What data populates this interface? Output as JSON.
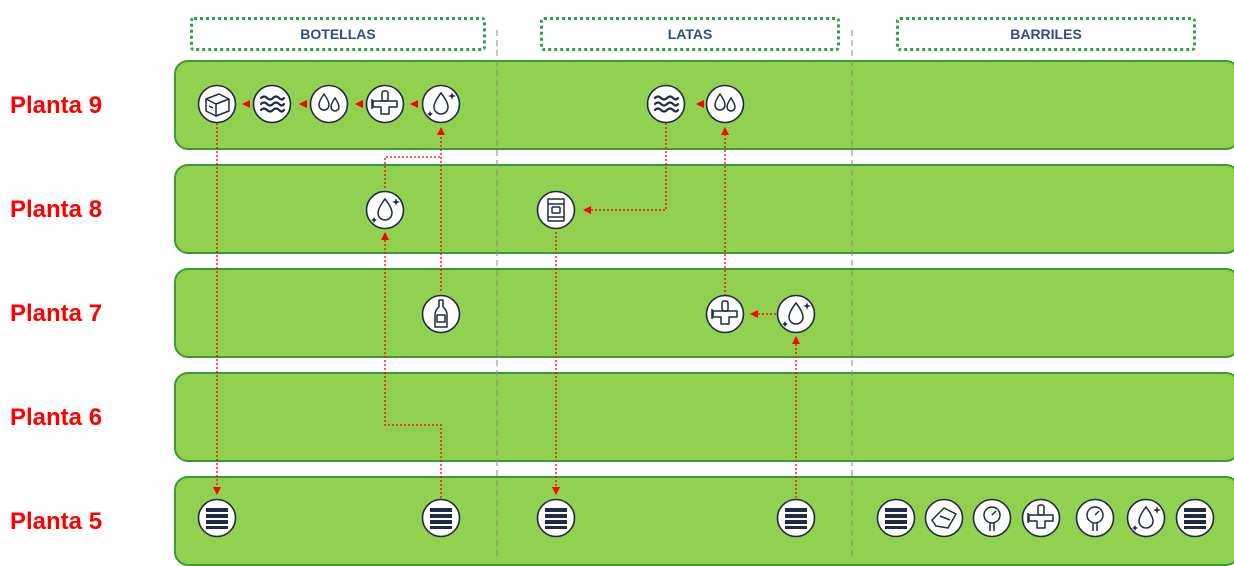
{
  "columns": {
    "botellas": "BOTELLAS",
    "latas": "LATAS",
    "barriles": "BARRILES"
  },
  "floors": {
    "planta9": "Planta 9",
    "planta8": "Planta 8",
    "planta7": "Planta 7",
    "planta6": "Planta 6",
    "planta5": "Planta 5"
  },
  "colors": {
    "band_fill": "#92d050",
    "band_border": "#3a9a3a",
    "floor_label": "#ff0000",
    "header_text": "#2c4f8c",
    "arrow": "#ff0000"
  },
  "icons": {
    "botellas_planta9": [
      "box-icon",
      "wave-icon",
      "droplets-icon",
      "tap-icon",
      "sparkle-drop-icon"
    ],
    "latas_planta9": [
      "wave-icon",
      "droplets-icon"
    ],
    "botellas_planta8": [
      "sparkle-drop-icon"
    ],
    "latas_planta8": [
      "can-icon"
    ],
    "botellas_planta7": [
      "bottle-icon"
    ],
    "latas_planta7": [
      "tap-icon",
      "sparkle-drop-icon"
    ],
    "planta5": [
      "pallet-icon",
      "pallet-icon",
      "pallet-icon",
      "pallet-icon"
    ],
    "barriles_planta5": [
      "pallet-icon",
      "label-icon",
      "pressure-gauge-icon",
      "tap-icon",
      "pressure-gauge-icon",
      "sparkle-drop-icon",
      "pallet-icon"
    ]
  }
}
